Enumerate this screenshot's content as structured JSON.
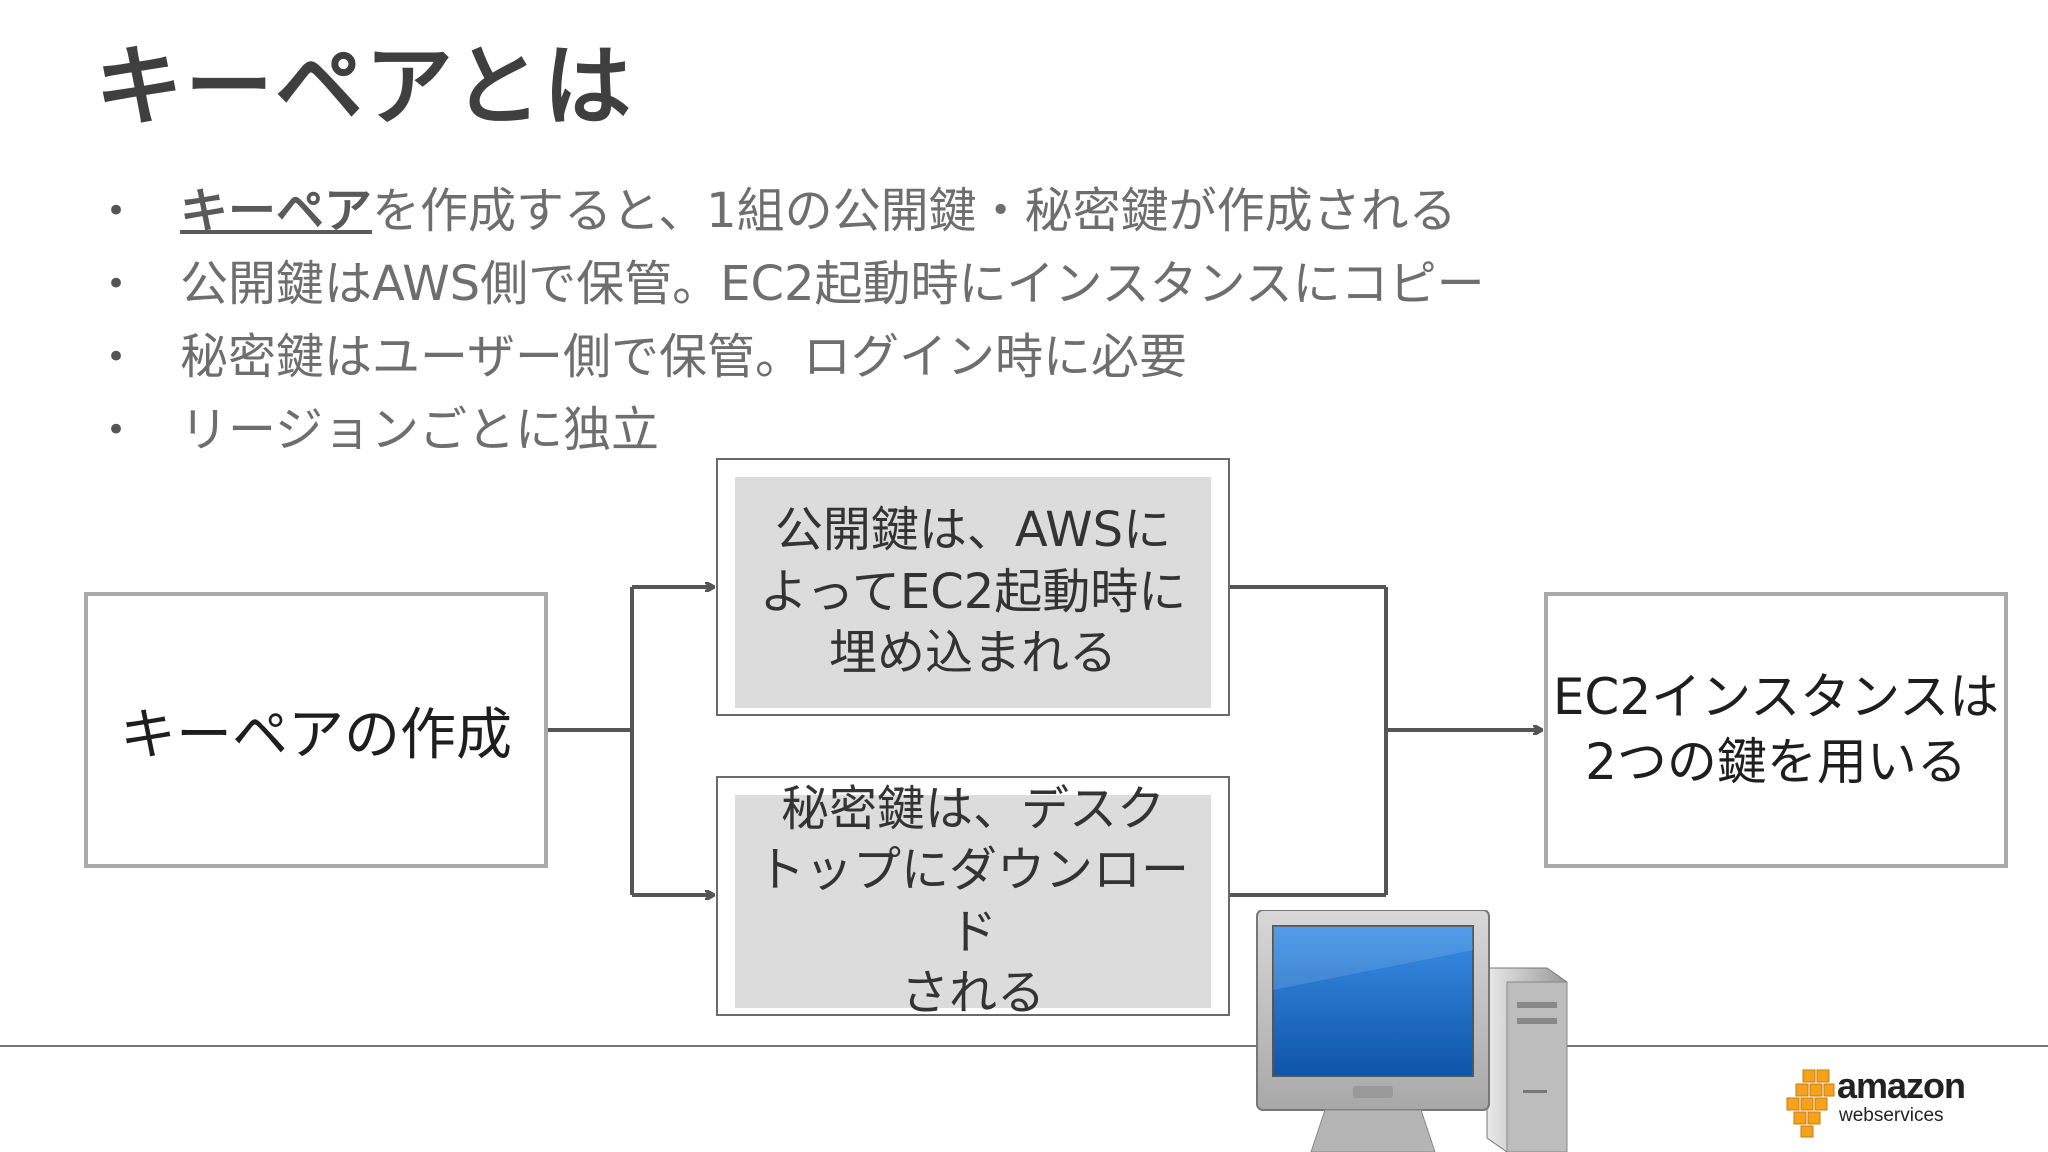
{
  "title": "キーペアとは",
  "bullets": {
    "item1_keyword": "キーペア",
    "item1_rest": "を作成すると、1組の公開鍵・秘密鍵が作成される",
    "item2": "公開鍵はAWS側で保管。EC2起動時にインスタンスにコピー",
    "item3": "秘密鍵はユーザー側で保管。ログイン時に必要",
    "item4": "リージョンごとに独立"
  },
  "diagram": {
    "create_box": "キーペアの作成",
    "public_key_box": [
      "公開鍵は、AWSに",
      "よってEC2起動時に",
      "埋め込まれる"
    ],
    "private_key_box": [
      "秘密鍵は、デスク",
      "トップにダウンロード",
      "される"
    ],
    "result_box": [
      "EC2インスタンスは",
      "2つの鍵を用いる"
    ]
  },
  "logo": {
    "line1": "amazon",
    "line2": "webservices"
  },
  "colors": {
    "title": "#3f3f3f",
    "bullet_text": "#6e6e6e",
    "box_fill": "#dcdcdc",
    "aws_orange": "#f7a21b"
  }
}
